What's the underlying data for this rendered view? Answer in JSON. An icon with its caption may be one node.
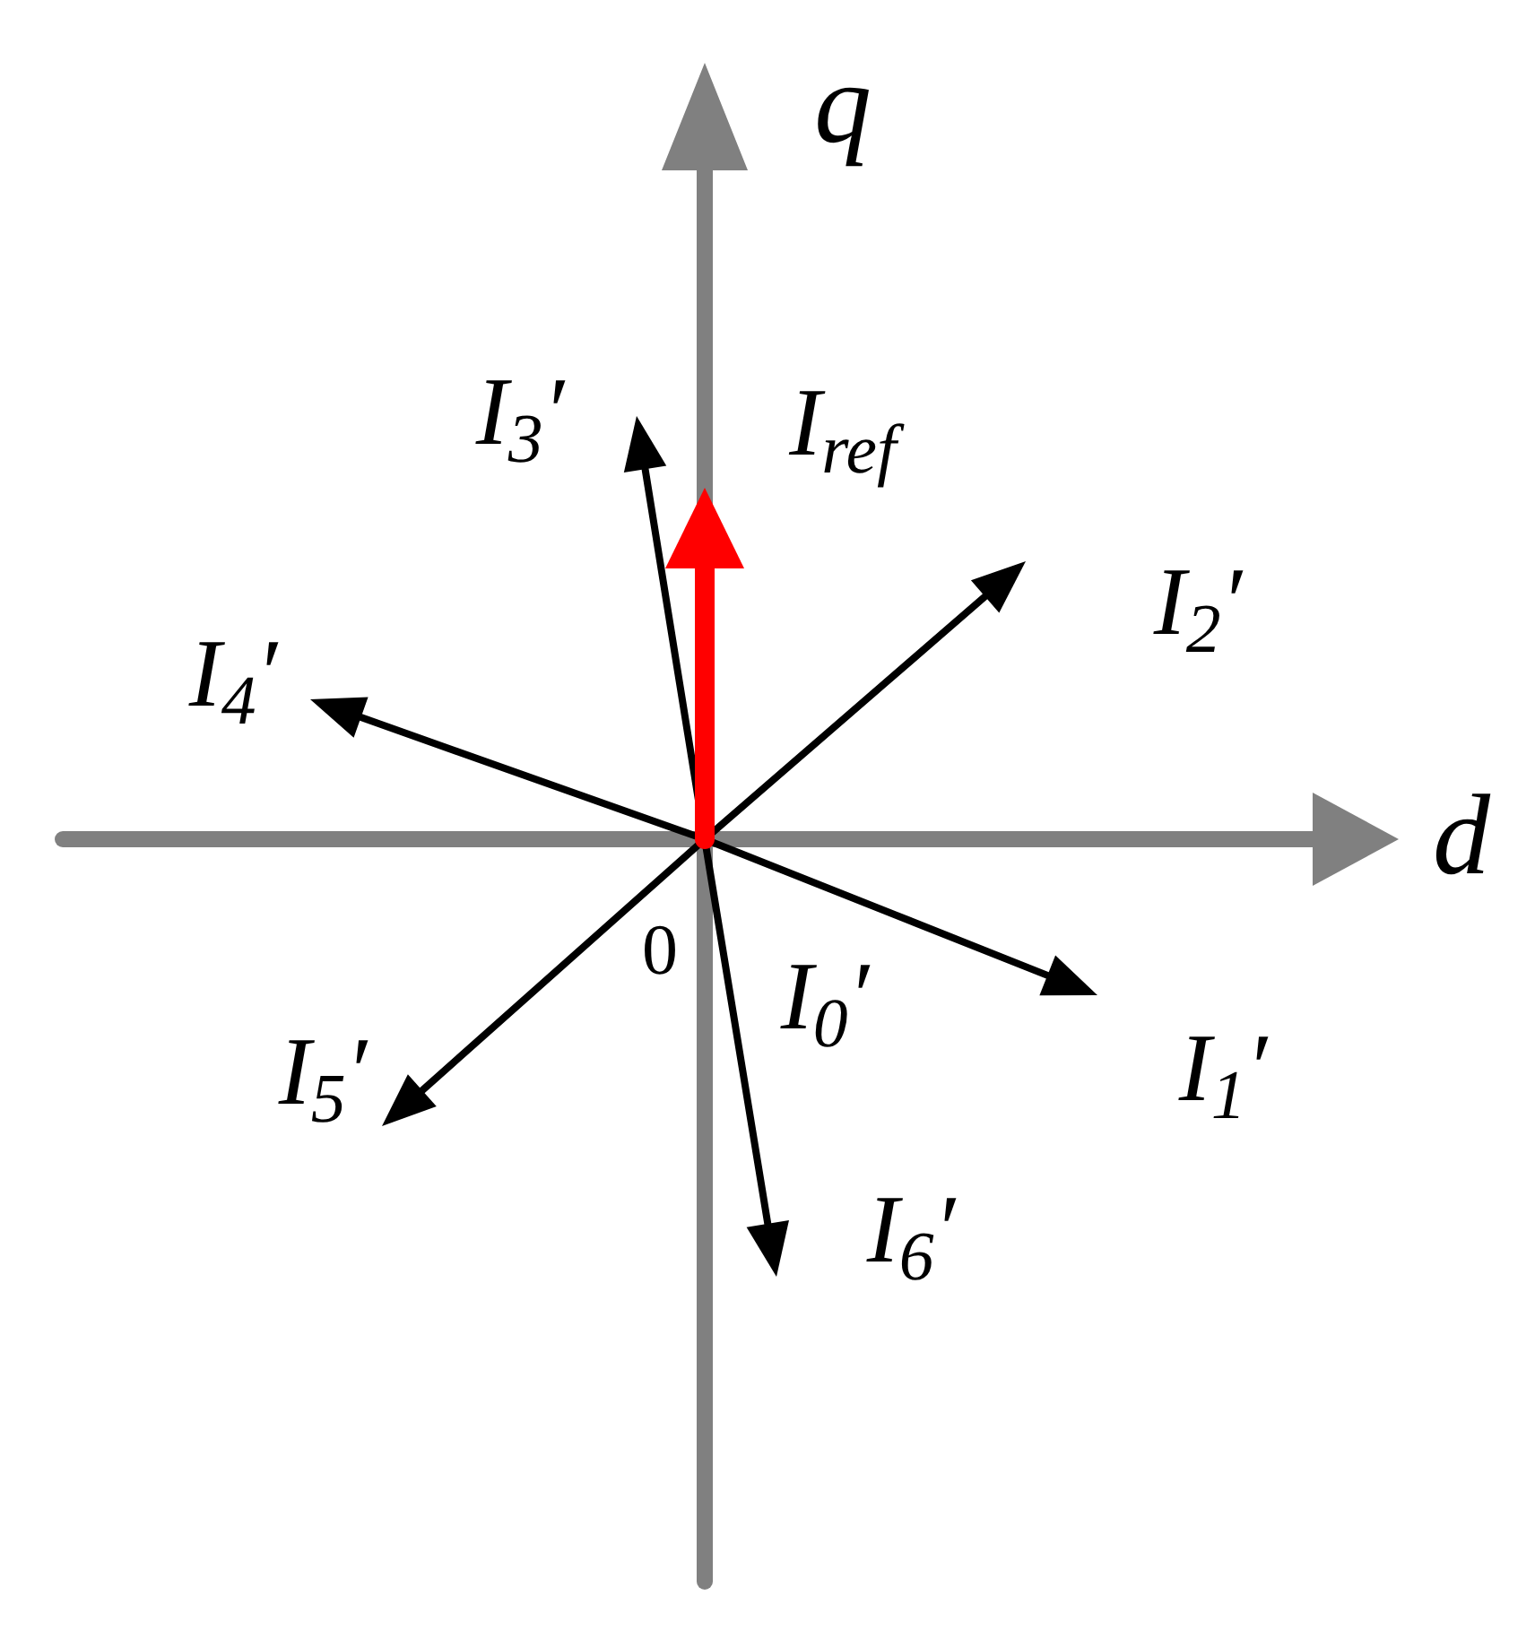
{
  "diagram": {
    "labels": [
      "q",
      "I$_{3}$′",
      "I$_{ref}$",
      "I$_{2}$′",
      "I$_{4}$′",
      "d",
      "0",
      "I$_{0}$′",
      "I$_{1}$′",
      "I$_{5}$′",
      "I$_{6}$′"
    ]
  }
}
